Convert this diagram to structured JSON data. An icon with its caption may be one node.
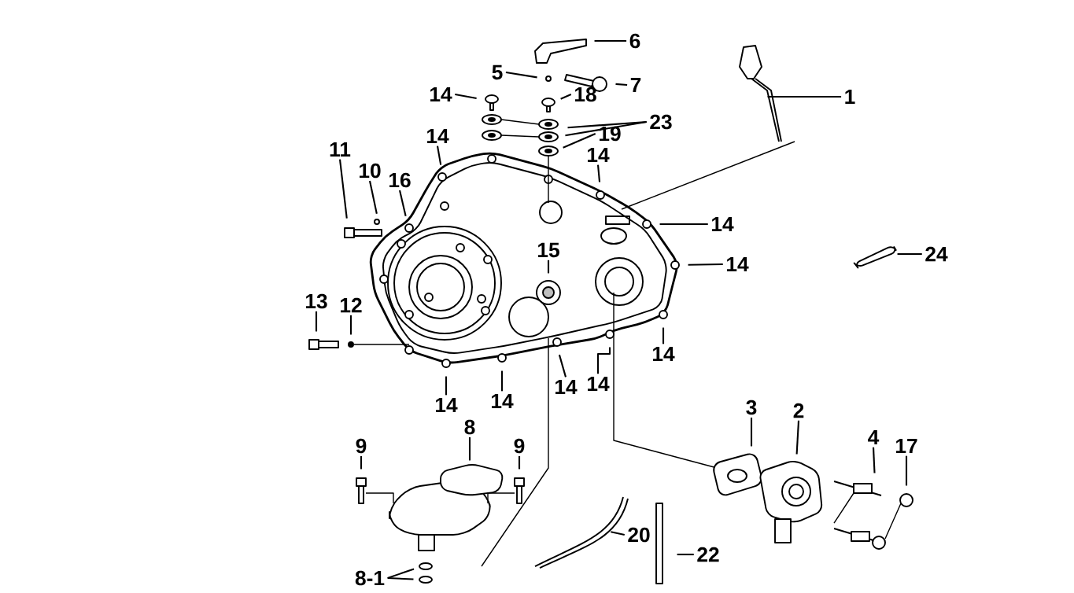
{
  "diagram": {
    "nodes": [
      {
        "text": [
          "6"
        ]
      },
      {
        "text": [
          "5"
        ]
      },
      {
        "text": [
          "7"
        ]
      },
      {
        "text": [
          "14"
        ]
      },
      {
        "text": [
          "18"
        ]
      },
      {
        "text": [
          "1"
        ]
      },
      {
        "text": [
          "23"
        ]
      },
      {
        "text": [
          "19"
        ]
      },
      {
        "text": [
          "14"
        ]
      },
      {
        "text": [
          "11"
        ]
      },
      {
        "text": [
          "14"
        ]
      },
      {
        "text": [
          "10"
        ]
      },
      {
        "text": [
          "16"
        ]
      },
      {
        "text": [
          "14"
        ]
      },
      {
        "text": [
          "15"
        ]
      },
      {
        "text": [
          "24"
        ]
      },
      {
        "text": [
          "14"
        ]
      },
      {
        "text": [
          "13"
        ]
      },
      {
        "text": [
          "12"
        ]
      },
      {
        "text": [
          "14"
        ]
      },
      {
        "text": [
          "14"
        ]
      },
      {
        "text": [
          "14"
        ]
      },
      {
        "text": [
          "14"
        ]
      },
      {
        "text": [
          "14"
        ]
      },
      {
        "text": [
          "3"
        ]
      },
      {
        "text": [
          "2"
        ]
      },
      {
        "text": [
          "8"
        ]
      },
      {
        "text": [
          "4"
        ]
      },
      {
        "text": [
          "9"
        ]
      },
      {
        "text": [
          "9"
        ]
      },
      {
        "text": [
          "17"
        ]
      },
      {
        "text": [
          "20"
        ]
      },
      {
        "text": [
          "22"
        ]
      },
      {
        "text": [
          "8-1"
        ]
      }
    ],
    "edges": [
      {
        "from": 0,
        "to": null,
        "arrow": "none"
      },
      {
        "from": 1,
        "to": null,
        "arrow": "none"
      },
      {
        "from": 2,
        "to": null,
        "arrow": "none"
      },
      {
        "from": 3,
        "to": null,
        "arrow": "none"
      },
      {
        "from": 4,
        "to": null,
        "arrow": "none"
      },
      {
        "from": 5,
        "to": null,
        "arrow": "none"
      },
      {
        "from": 6,
        "to": null,
        "arrow": "none"
      },
      {
        "from": 6,
        "to": null,
        "arrow": "none"
      },
      {
        "from": 7,
        "to": null,
        "arrow": "none"
      },
      {
        "from": 8,
        "to": null,
        "arrow": "none"
      },
      {
        "from": 9,
        "to": null,
        "arrow": "none"
      },
      {
        "from": 10,
        "to": null,
        "arrow": "none"
      },
      {
        "from": 11,
        "to": null,
        "arrow": "none"
      },
      {
        "from": 12,
        "to": null,
        "arrow": "none"
      },
      {
        "from": 13,
        "to": null,
        "arrow": "none"
      },
      {
        "from": 14,
        "to": null,
        "arrow": "none"
      },
      {
        "from": 15,
        "to": null,
        "arrow": "none"
      },
      {
        "from": 16,
        "to": null,
        "arrow": "none"
      },
      {
        "from": 17,
        "to": null,
        "arrow": "none"
      },
      {
        "from": 18,
        "to": null,
        "arrow": "none"
      },
      {
        "from": 19,
        "to": null,
        "arrow": "none"
      },
      {
        "from": 20,
        "to": null,
        "arrow": "none"
      },
      {
        "from": 21,
        "to": null,
        "arrow": "none"
      },
      {
        "from": 22,
        "to": null,
        "arrow": "none"
      },
      {
        "from": 23,
        "to": null,
        "arrow": "none"
      },
      {
        "from": 24,
        "to": null,
        "arrow": "none"
      },
      {
        "from": 25,
        "to": null,
        "arrow": "none"
      },
      {
        "from": 26,
        "to": null,
        "arrow": "none"
      },
      {
        "from": 27,
        "to": null,
        "arrow": "none"
      },
      {
        "from": 28,
        "to": null,
        "arrow": "none"
      },
      {
        "from": 29,
        "to": null,
        "arrow": "none"
      },
      {
        "from": 30,
        "to": null,
        "arrow": "none"
      },
      {
        "from": 31,
        "to": null,
        "arrow": "none"
      },
      {
        "from": 32,
        "to": null,
        "arrow": "none"
      },
      {
        "from": 33,
        "to": null,
        "arrow": "none"
      },
      {
        "from": 33,
        "to": null,
        "arrow": "none"
      }
    ]
  }
}
